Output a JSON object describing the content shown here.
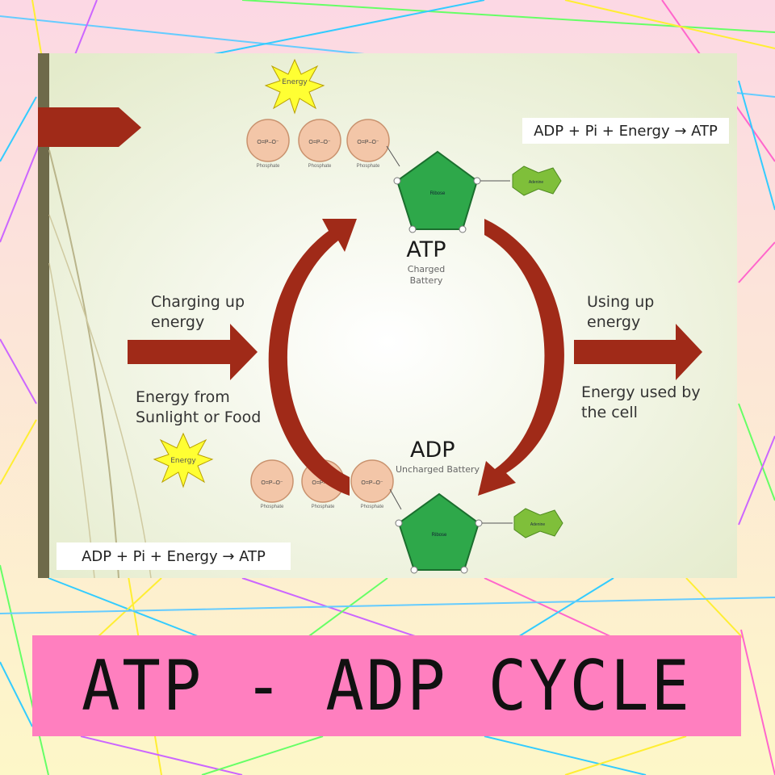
{
  "equation_top": "ADP + Pi + Energy →  ATP",
  "equation_bottom": "ADP + Pi + Energy →  ATP",
  "atp": {
    "title": "ATP",
    "subtitle": "Charged Battery"
  },
  "adp": {
    "title": "ADP",
    "subtitle": "Uncharged Battery"
  },
  "left_label": {
    "line1": "Charging up",
    "line2": "energy"
  },
  "left_source": {
    "line1": "Energy from",
    "line2": "Sunlight or Food"
  },
  "right_label": {
    "line1": "Using up",
    "line2": "energy"
  },
  "right_use": {
    "line1": "Energy used by",
    "line2": "the cell"
  },
  "energy_burst_label": "Energy",
  "phosphate_label": "Phosphate",
  "ribose_label": "Ribose",
  "adenine_label": "Adenine",
  "phosphate_formula": "O=P–O⁻",
  "banner_title": "ATP - ADP CYCLE",
  "colors": {
    "arrow": "#a02a18",
    "pentagon": "#2ea84a",
    "adenine": "#7fbf3a",
    "phosphate": "#f3c6a8",
    "burst": "#ffff33",
    "slide_bg": "#eef2dc",
    "banner": "#ff7fbf",
    "sidebar": "#6e6a4a"
  }
}
